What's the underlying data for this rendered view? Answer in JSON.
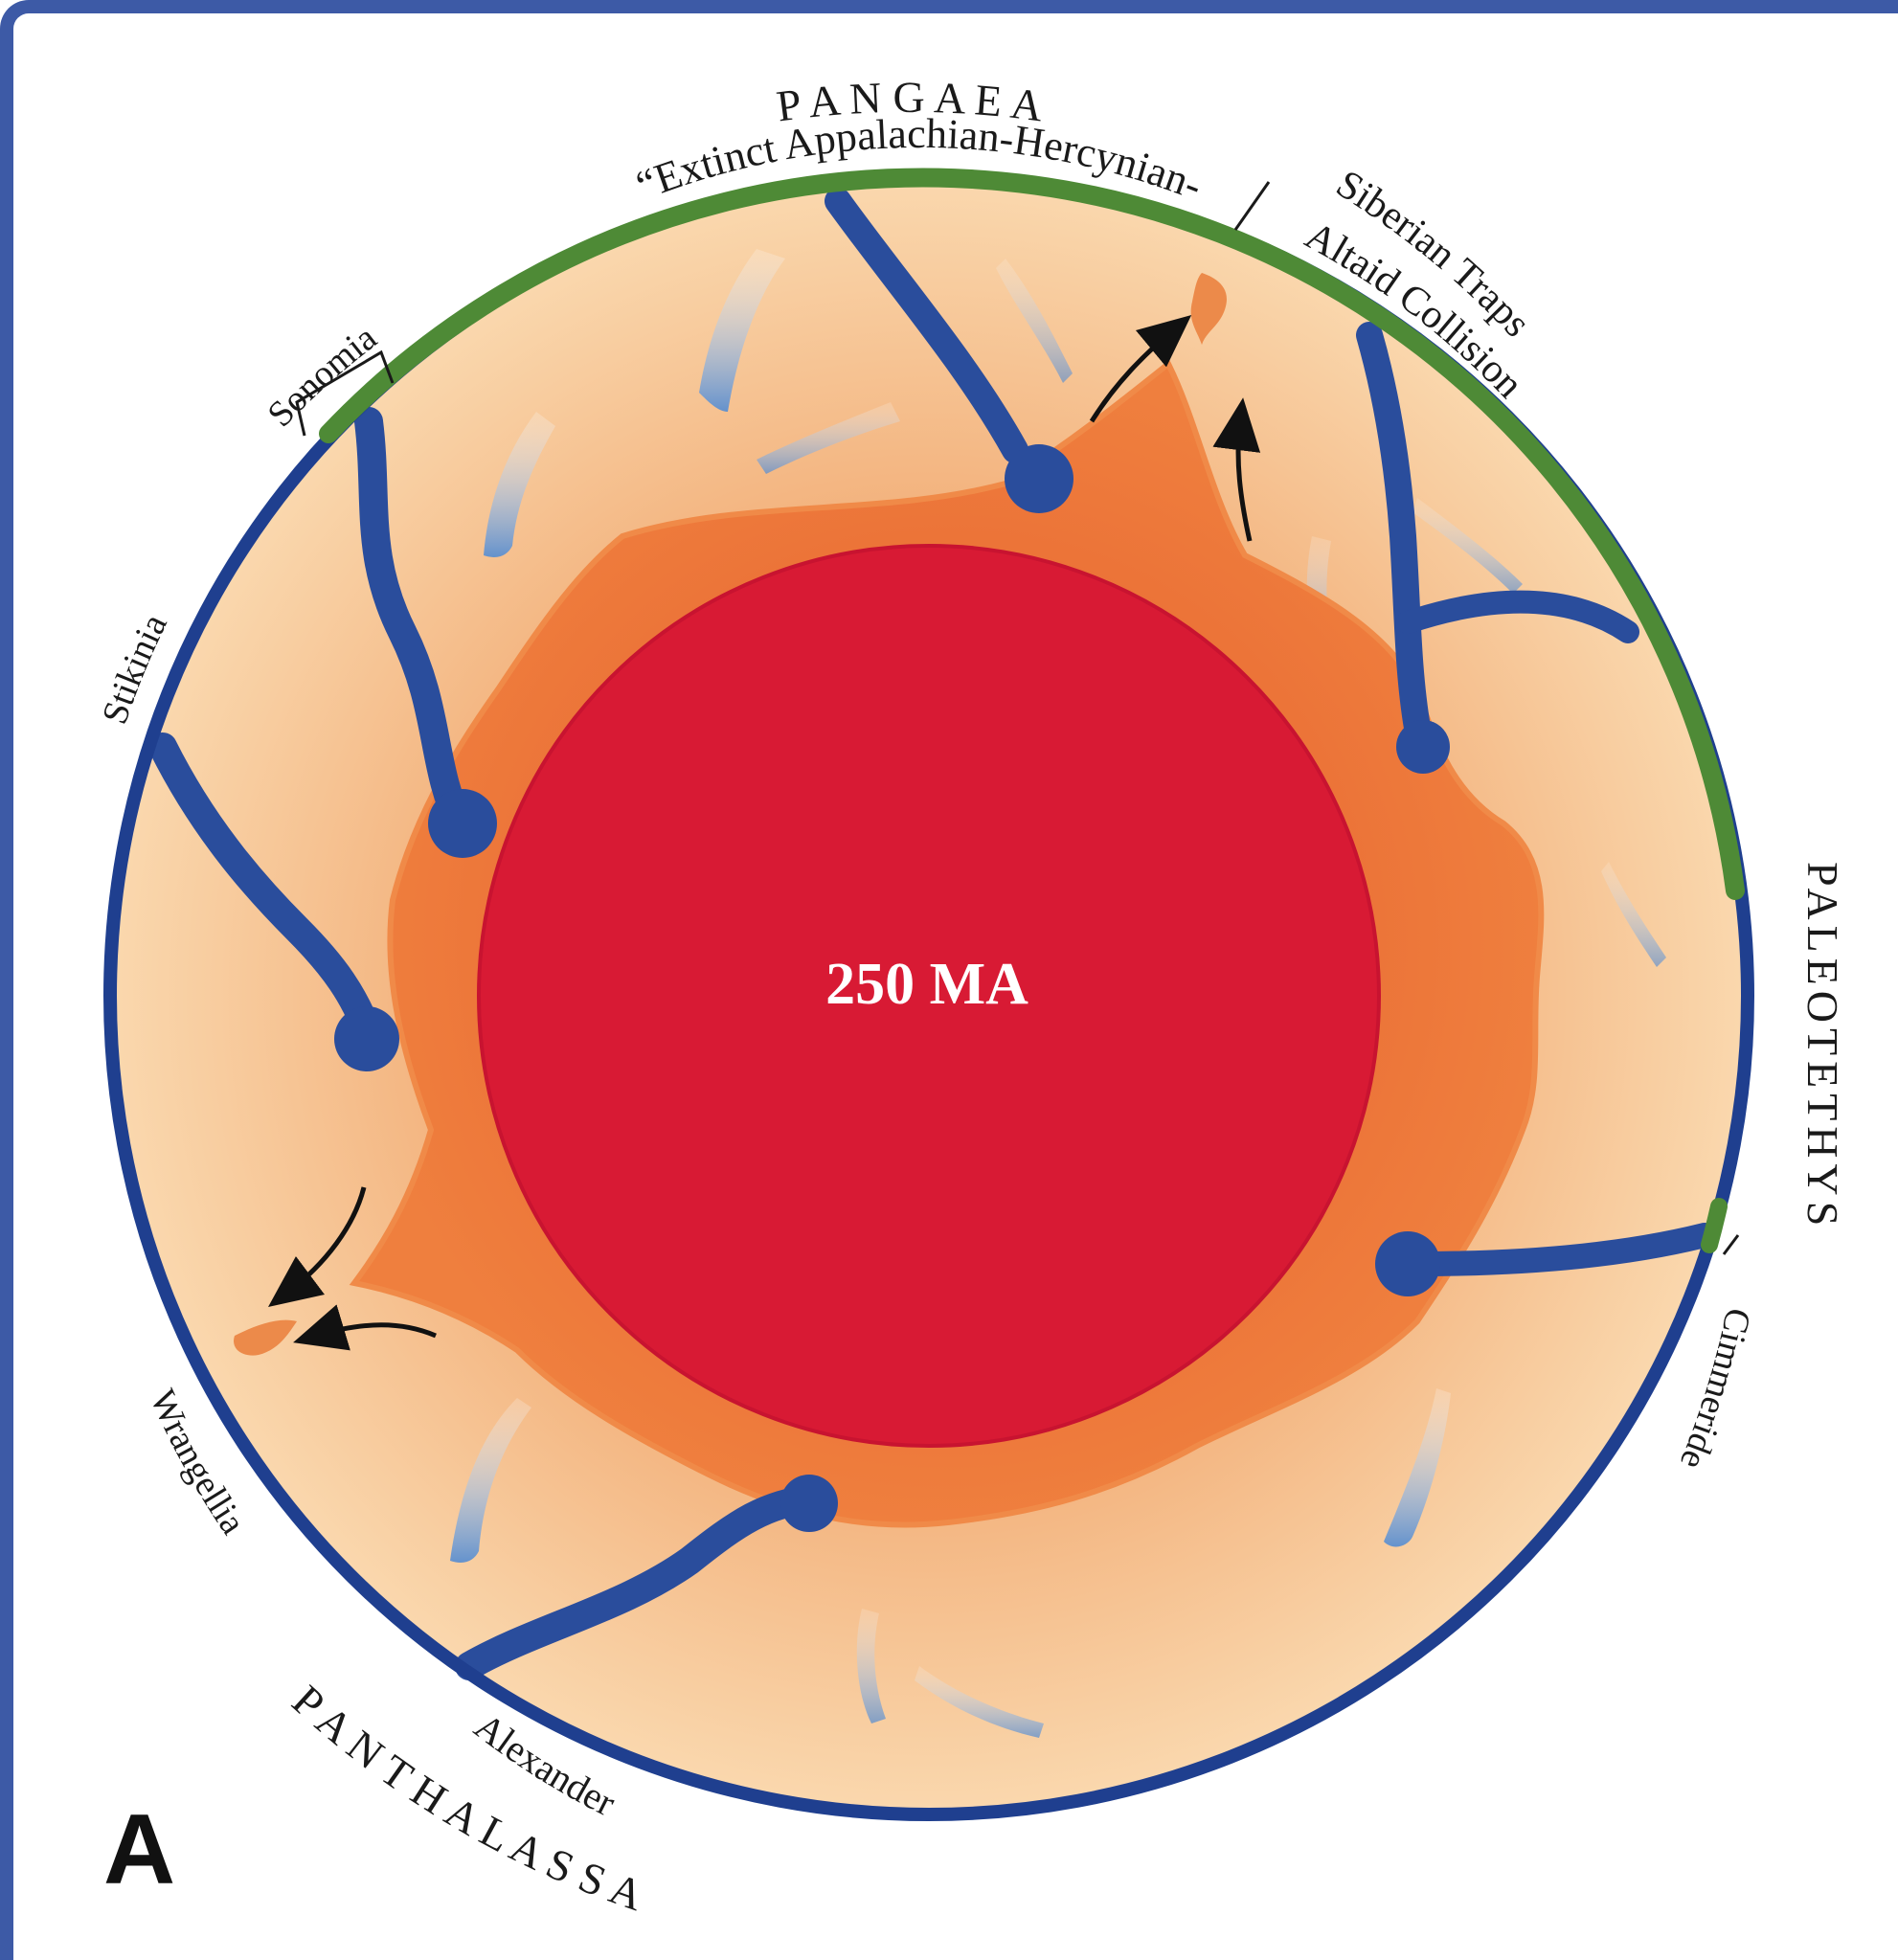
{
  "figure": {
    "panel_letter": "A",
    "center_label": "250 MA"
  },
  "labels": {
    "pangaea": "P A N G A E A",
    "extinct_line1": "“Extinct Appalachian-Hercynian-",
    "siberian_traps": "Siberian Traps",
    "altaid_collision": "Altaid Collision",
    "sonomia": "Sonomia",
    "stikinia": "Stikinia",
    "paleotethys": "PALEOTETHYS",
    "cimmeride": "Cimmeride",
    "wrangellia": "Wrangellia",
    "alexander": "Alexander",
    "panthalassa": "P A N T H A L A S S A"
  },
  "colors": {
    "frame": "#3d5aa6",
    "core": "#d81a34",
    "lower_mantle": "#e8652f",
    "upper_mantle": "#f7c994",
    "slab": "#2a4d9c",
    "continent": "#4e8a36",
    "outline": "#1f3f8f"
  }
}
